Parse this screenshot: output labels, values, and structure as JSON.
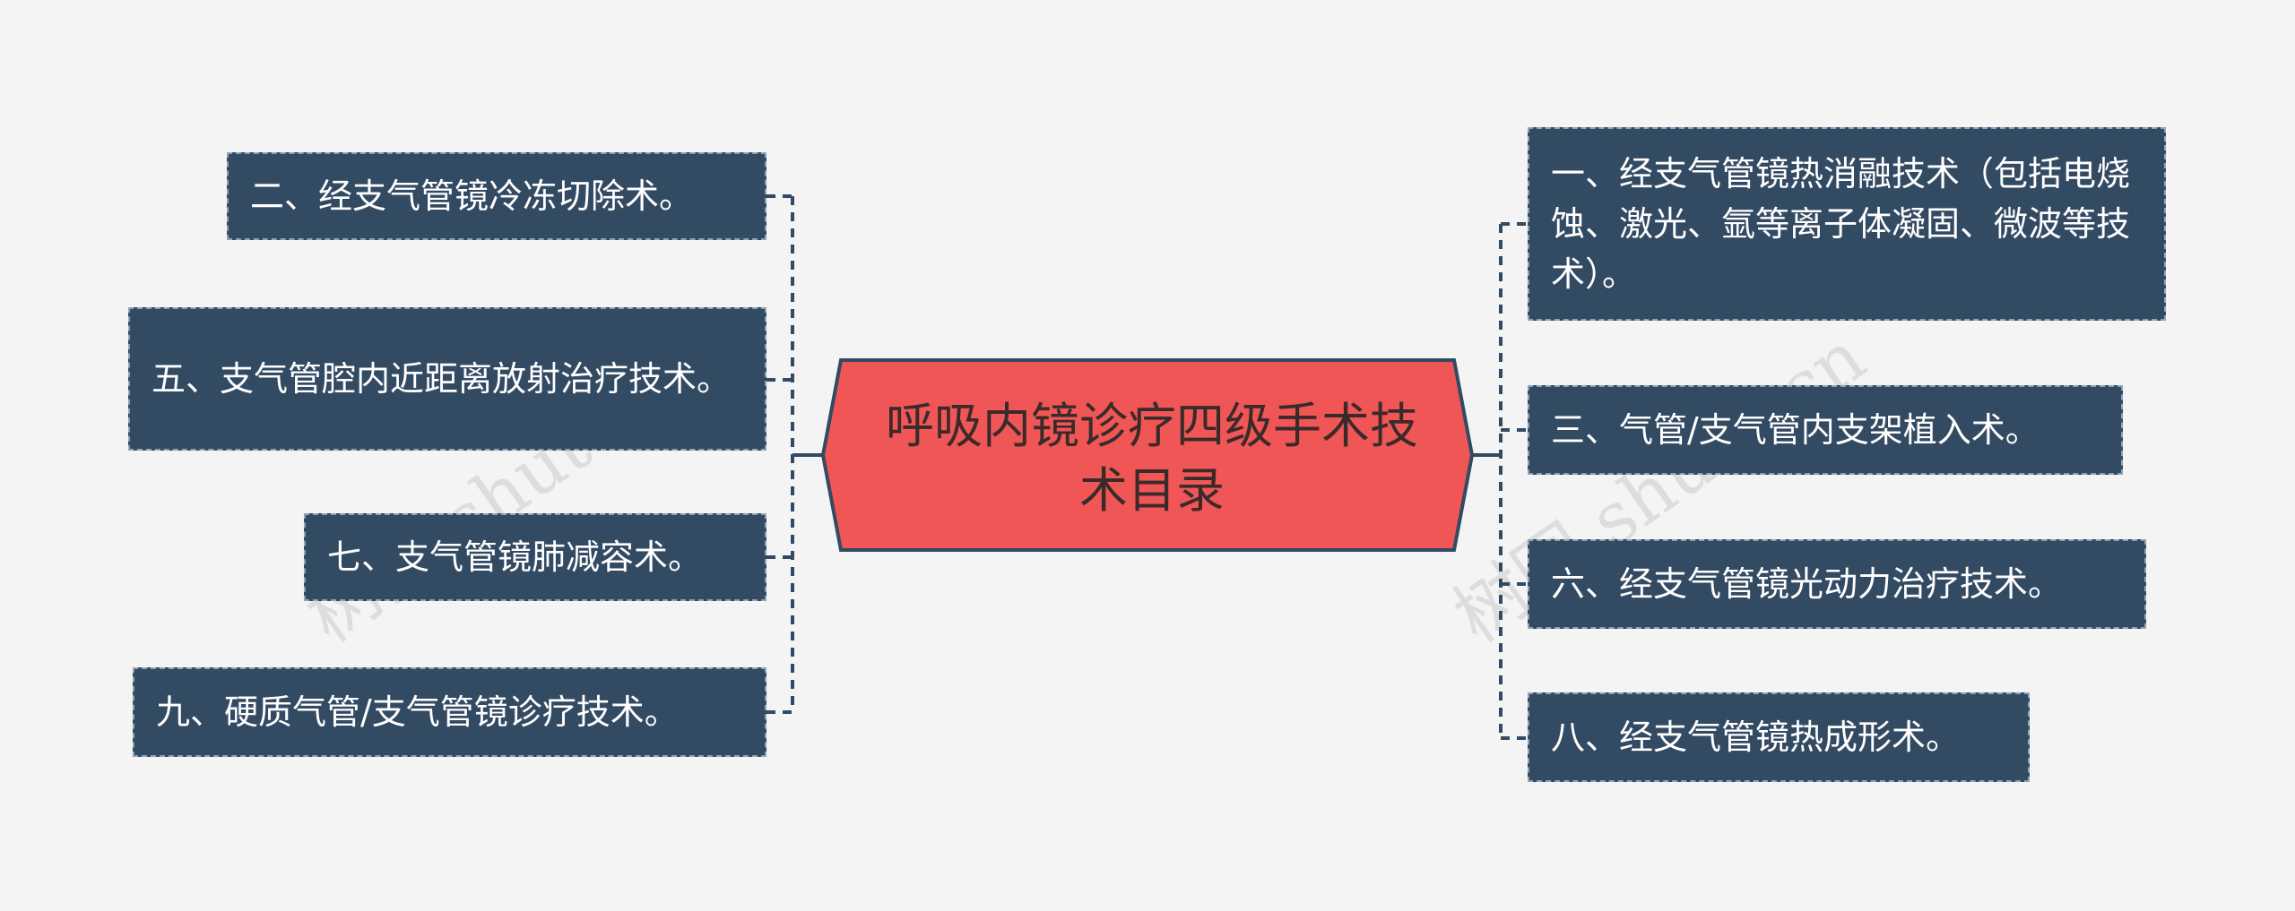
{
  "central_topic": "呼吸内镜诊疗四级手术技术目录",
  "left_branches": [
    "二、经支气管镜冷冻切除术。",
    "五、支气管腔内近距离放射治疗技术。",
    "七、支气管镜肺减容术。",
    "九、硬质气管/支气管镜诊疗技术。"
  ],
  "right_branches": [
    "一、经支气管镜热消融技术（包括电烧蚀、激光、氩等离子体凝固、微波等技术）。",
    "三、气管/支气管内支架植入术。",
    "六、经支气管镜光动力治疗技术。",
    "八、经支气管镜热成形术。"
  ],
  "watermark": "树图 shutu.cn",
  "colors": {
    "background": "#f4f4f4",
    "central_fill": "#f05656",
    "central_border": "#334a63",
    "node_fill": "#334a63",
    "node_text": "#ffffff",
    "connector": "#334a63"
  }
}
